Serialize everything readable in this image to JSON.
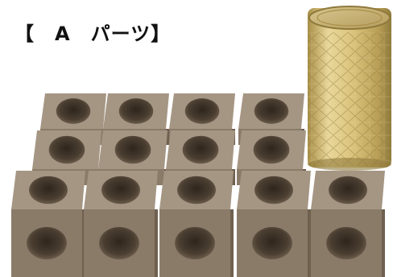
{
  "caption": {
    "text": "【　A　パーツ】"
  },
  "scene": {
    "subject": "wooden-cube-blocks-with-holes",
    "rows": 3,
    "cubes_per_row": [
      4,
      4,
      5
    ],
    "can": "gold-embossed-cylindrical-can",
    "colors": {
      "wood_face": "#8a7a68",
      "wood_side": "#6f604f",
      "wood_top": "#a59684",
      "hole": "#3e3328",
      "can_gold": "#d9c27a",
      "can_shadow": "#a88f48",
      "background": "#ffffff"
    }
  }
}
